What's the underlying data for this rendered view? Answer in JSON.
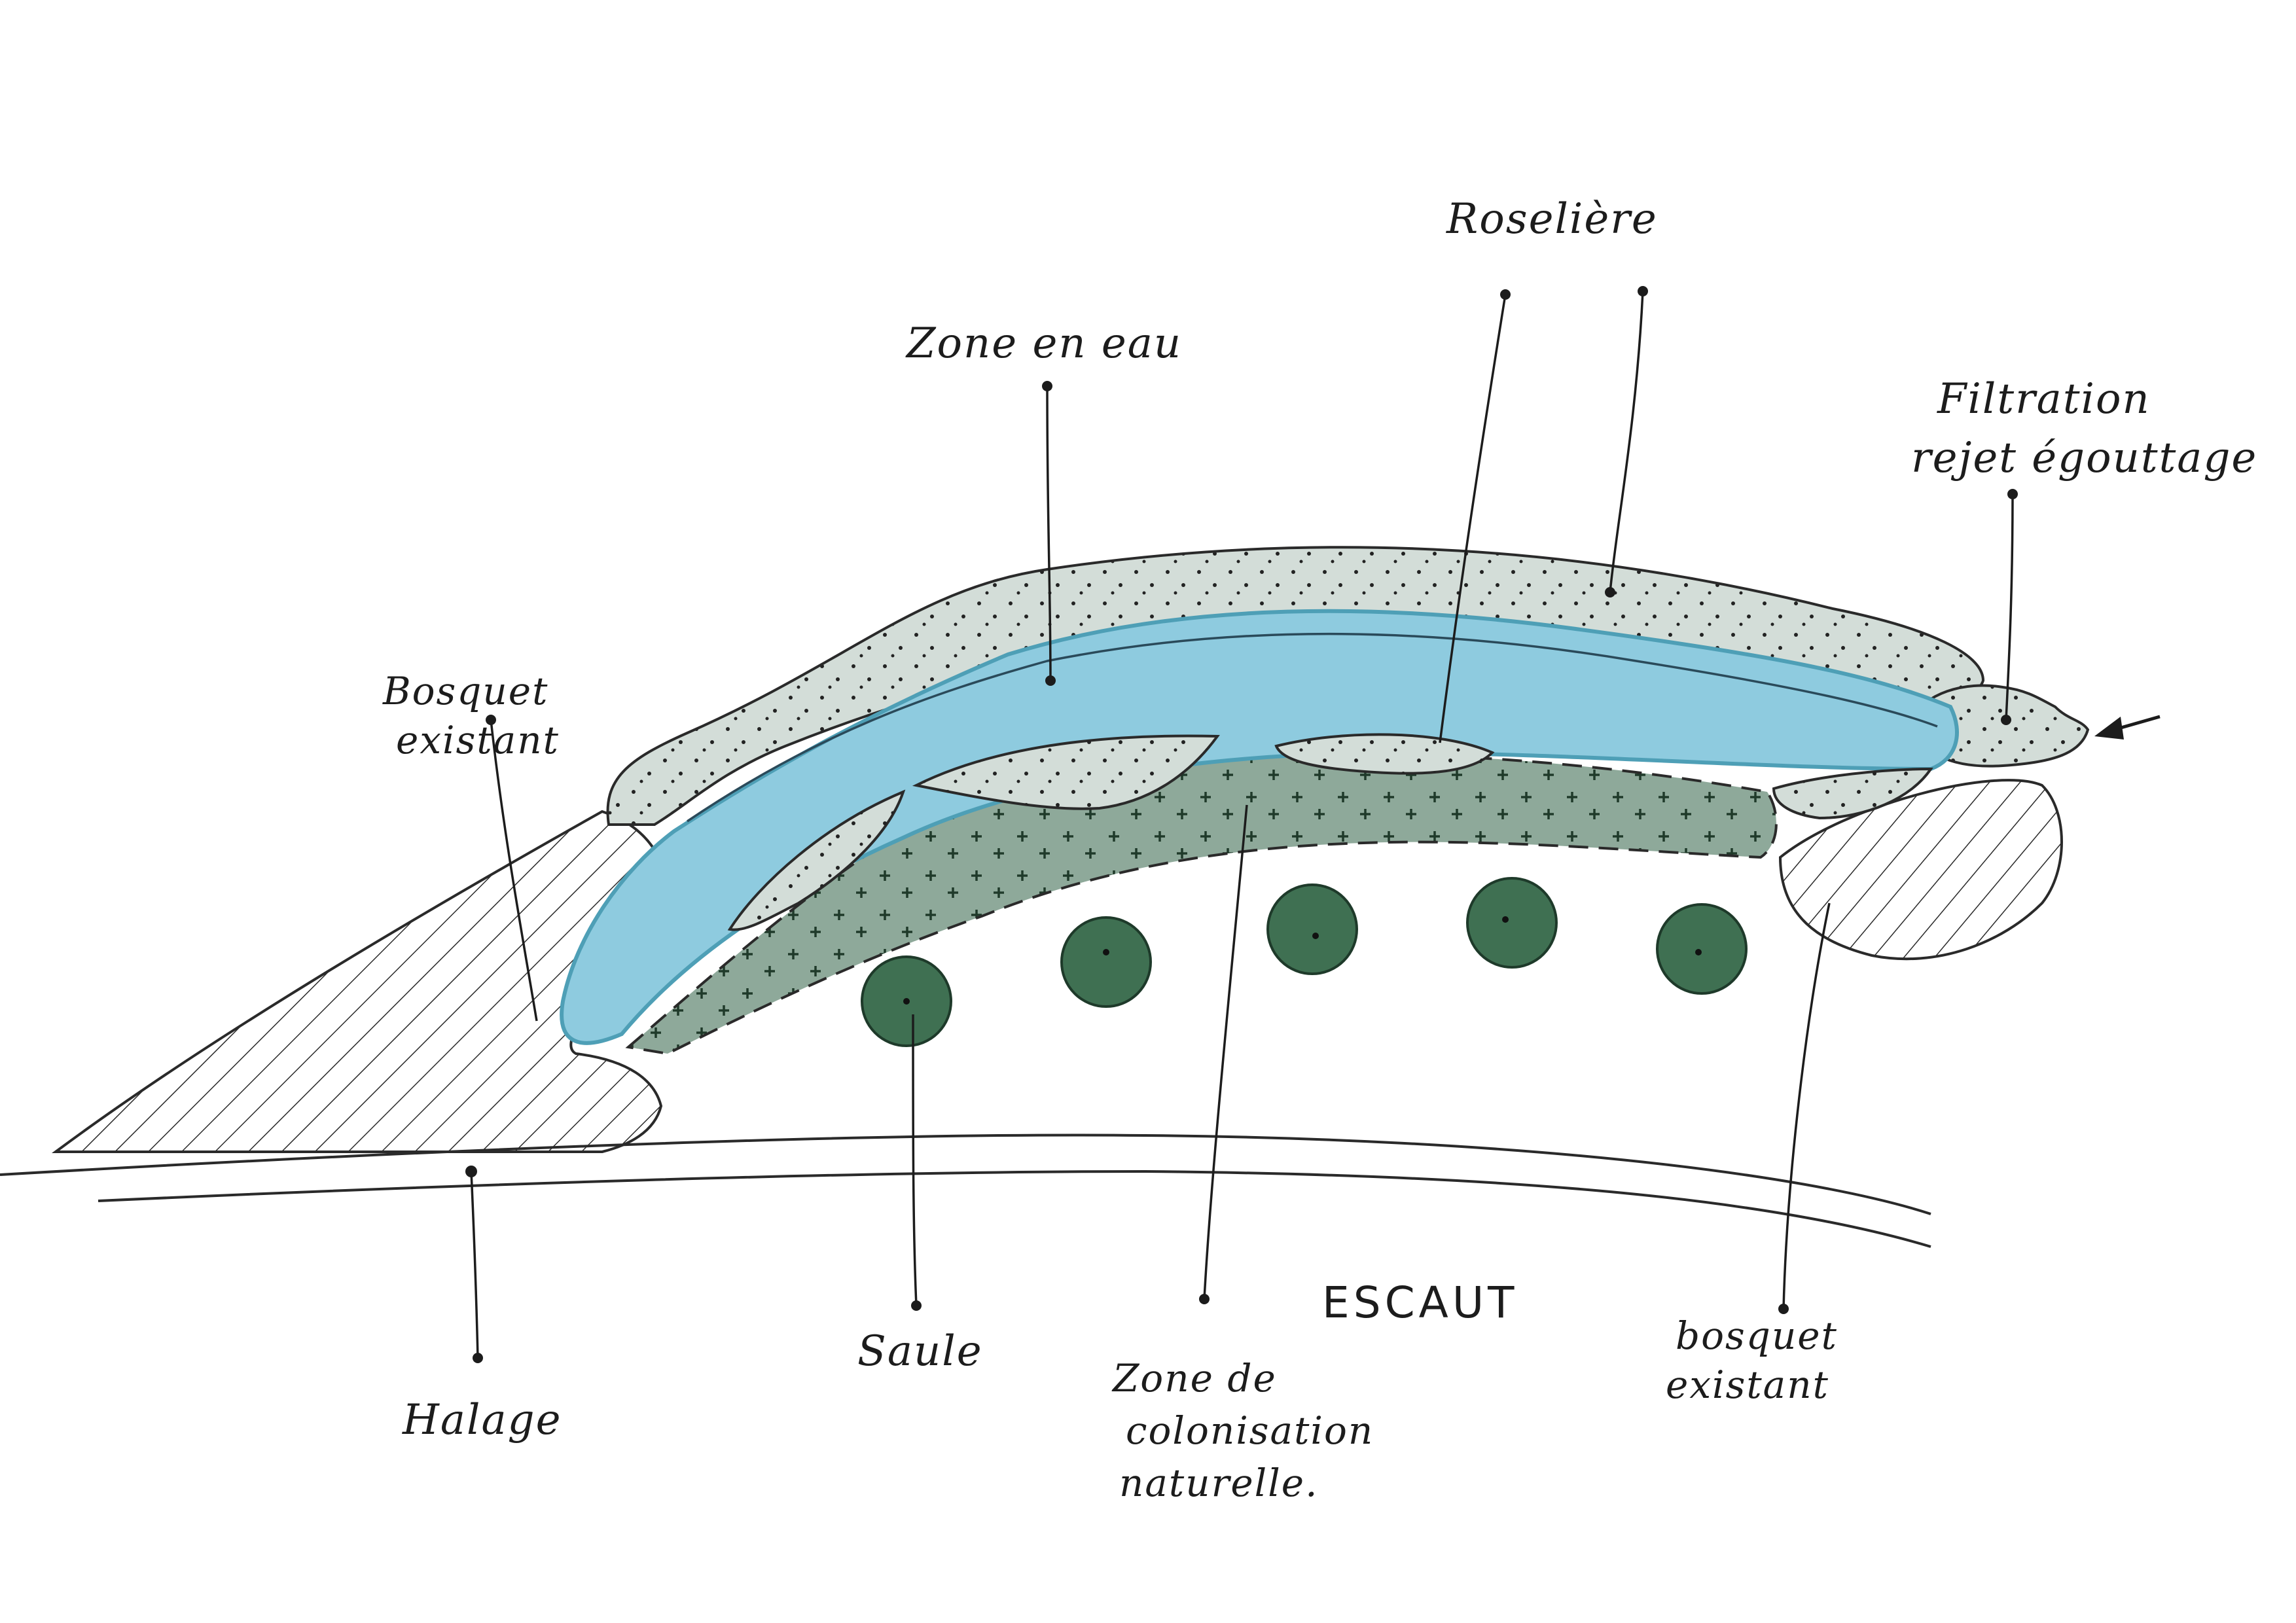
{
  "labels": {
    "roseliere": "Roselière",
    "zone_en_eau": "Zone en eau",
    "filtration_line1": "Filtration",
    "filtration_line2": "rejet égouttage",
    "bosquet_left_line1": "Bosquet",
    "bosquet_left_line2": "existant",
    "halage": "Halage",
    "saule": "Saule",
    "zone_colonisation_line1": "Zone de",
    "zone_colonisation_line2": "colonisation",
    "zone_colonisation_line3": "naturelle.",
    "escaut": "ESCAUT",
    "bosquet_right_line1": "bosquet",
    "bosquet_right_line2": "existant"
  },
  "colors": {
    "reed_bed": "#d3ddd8",
    "water": "#8ecbdf",
    "water_edge": "#4e9fb6",
    "colonisation_zone": "#8ea99a",
    "willow": "#3f7052",
    "ink": "#1c1c1c"
  },
  "icons": {
    "arrow": "arrow-left-icon",
    "willow": "tree-circle-icon",
    "hatching": "hatched-area-icon"
  }
}
